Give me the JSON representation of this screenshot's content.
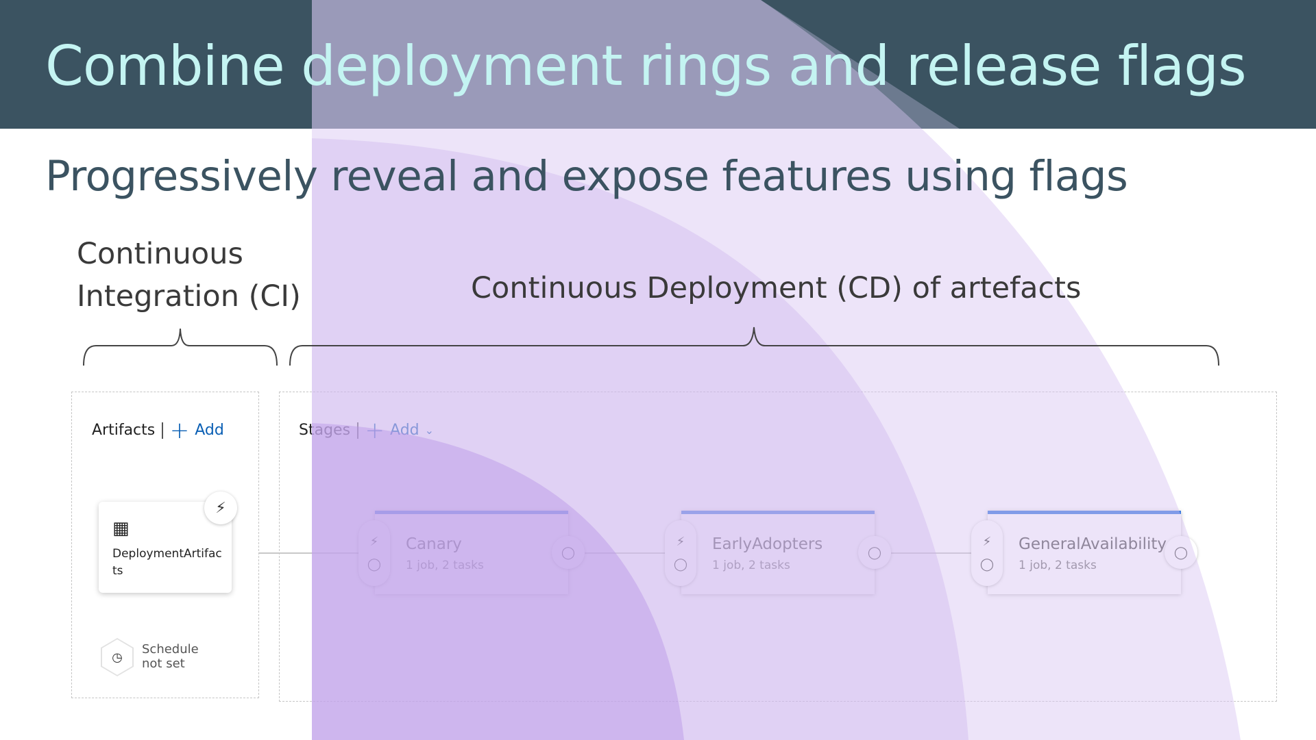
{
  "slide": {
    "title": "Combine deployment rings and release flags",
    "subtitle": "Progressively reveal and expose features using flags"
  },
  "labels": {
    "ci_line1": "Continuous",
    "ci_line2": "Integration (CI)",
    "cd": "Continuous Deployment (CD) of artefacts"
  },
  "pipeline": {
    "artifacts_heading": "Artifacts",
    "artifacts_add": "Add",
    "stages_heading": "Stages",
    "stages_add": "Add",
    "artifact": {
      "name": "DeploymentArtifacts",
      "icon": "build-artifact-icon"
    },
    "schedule": {
      "line1": "Schedule",
      "line2": "not set"
    },
    "stages": [
      {
        "name": "Canary",
        "meta": "1 job, 2 tasks"
      },
      {
        "name": "EarlyAdopters",
        "meta": "1 job, 2 tasks"
      },
      {
        "name": "GeneralAvailability",
        "meta": "1 job, 2 tasks"
      }
    ]
  },
  "colors": {
    "header_bg": "#3b5361",
    "title": "#c4f4f2",
    "subtitle": "#3b5361",
    "ring_outer": "#e8def7",
    "ring_middle": "#dccbf0",
    "ring_inner": "#cdb4ea",
    "ring_header_overlay": "#9b9eb5",
    "stage_accent": "#3b7be0",
    "link": "#0a5fb4"
  }
}
